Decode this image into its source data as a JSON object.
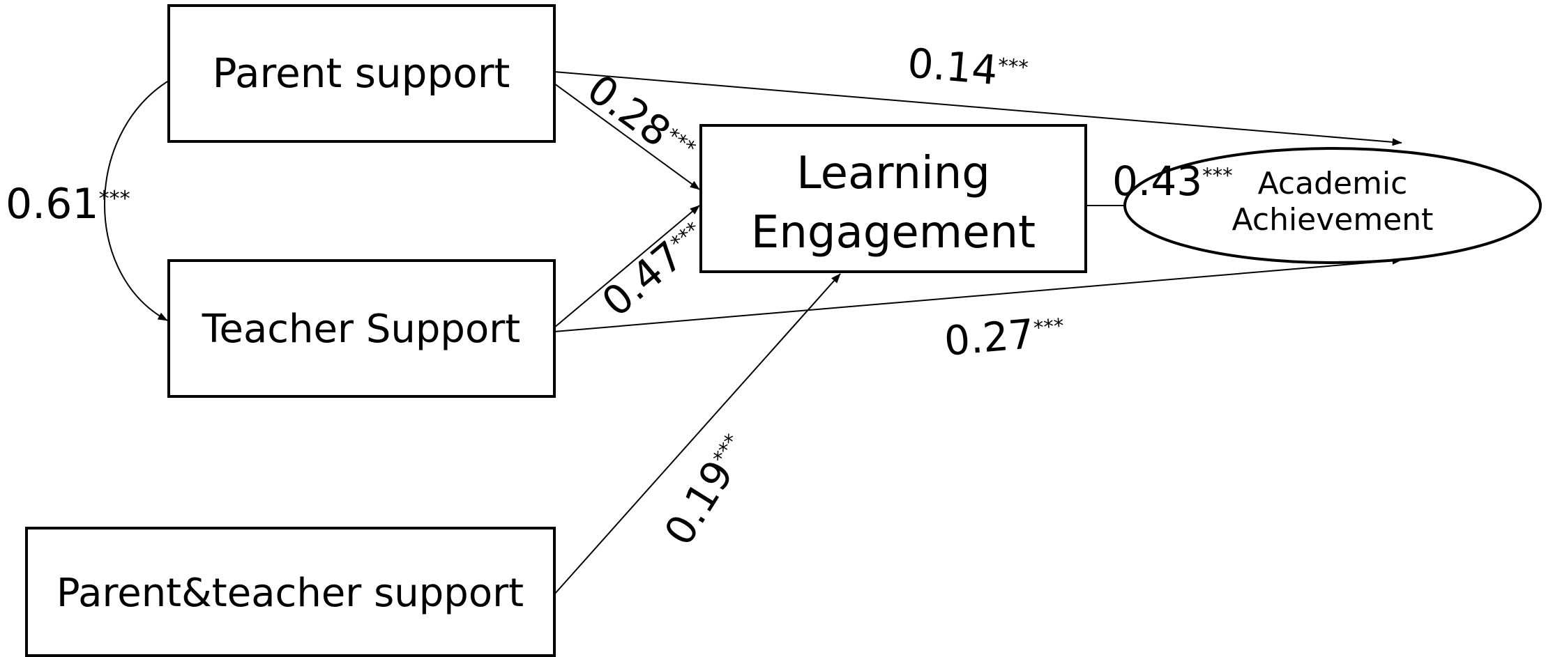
{
  "nodes": {
    "parent_support": "Parent support",
    "teacher_support": "Teacher Support",
    "parent_teacher_support": "Parent&teacher support",
    "learning_engagement": [
      "Learning",
      "Engagement"
    ],
    "academic_achievement": [
      "Academic",
      "Achievement"
    ]
  },
  "paths": {
    "parent_teacher_covariance": {
      "value": "0.61",
      "sig": "***"
    },
    "parent_to_achievement": {
      "value": "0.14",
      "sig": "***"
    },
    "parent_to_engagement": {
      "value": "0.28",
      "sig": "***"
    },
    "teacher_to_engagement": {
      "value": "0.47",
      "sig": "***"
    },
    "teacher_to_achievement": {
      "value": "0.27",
      "sig": "***"
    },
    "engagement_to_achievement": {
      "value": "0.43",
      "sig": "***"
    },
    "combined_to_engagement": {
      "value": "0.19",
      "sig": "***"
    }
  }
}
